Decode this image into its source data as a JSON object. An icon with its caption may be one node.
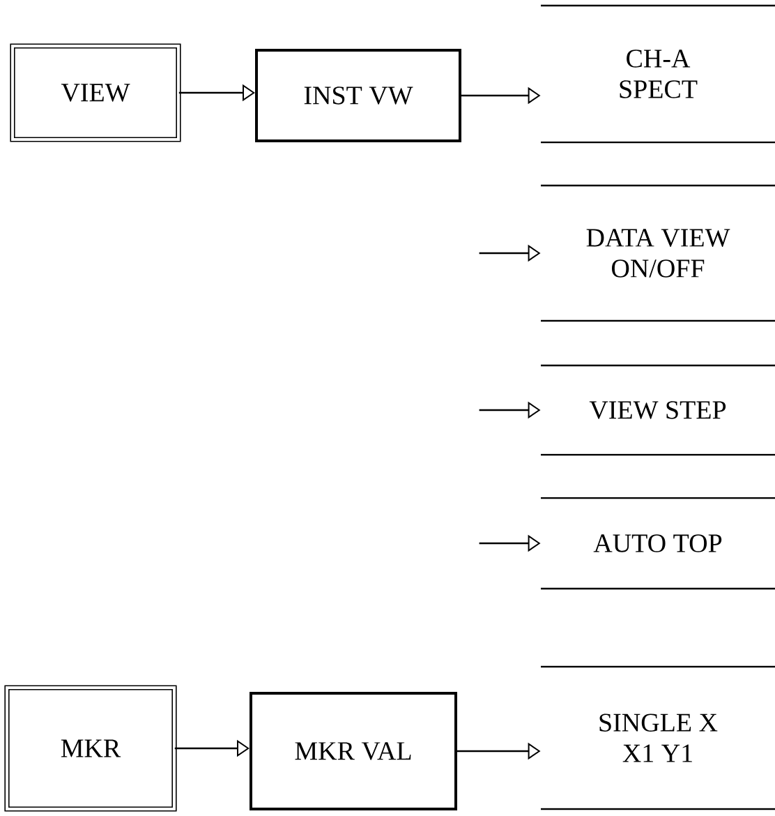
{
  "diagram": {
    "nodes": [
      {
        "text": [
          "VIEW"
        ]
      },
      {
        "text": [
          "INST VW"
        ]
      },
      {
        "text": [
          "CH-A SPECT"
        ]
      },
      {
        "text": [
          "DATA VIEW ON/OFF"
        ]
      },
      {
        "text": [
          "VIEW STEP"
        ]
      },
      {
        "text": [
          "AUTO TOP"
        ]
      },
      {
        "text": [
          "MKR"
        ]
      },
      {
        "text": [
          "MKR VAL"
        ]
      },
      {
        "text": [
          "SINGLE X X1 Y1"
        ]
      }
    ],
    "edges": [
      {
        "from": 0,
        "to": 1,
        "arrow": "to"
      },
      {
        "from": 1,
        "to": 2,
        "arrow": "to"
      },
      {
        "from": null,
        "to": 3,
        "arrow": "to"
      },
      {
        "from": null,
        "to": 4,
        "arrow": "to"
      },
      {
        "from": null,
        "to": 5,
        "arrow": "to"
      },
      {
        "from": 6,
        "to": 7,
        "arrow": "to"
      },
      {
        "from": 7,
        "to": 8,
        "arrow": "to"
      }
    ]
  }
}
